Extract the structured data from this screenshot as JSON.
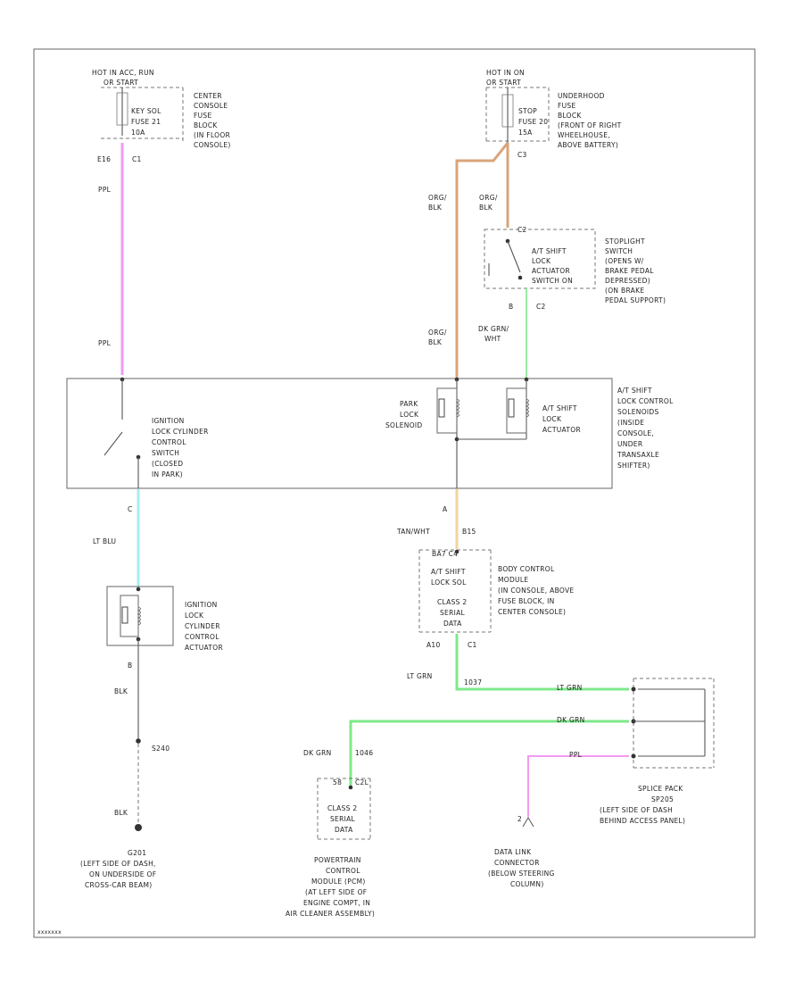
{
  "colors": {
    "pink": "#f29af0",
    "cyan": "#a8ecf4",
    "orange": "#d9a479",
    "green": "#7ee88a",
    "yellow": "#f0d59b",
    "gray_line": "#555555"
  },
  "diagram_id": "xxxxxxx",
  "left_supply": {
    "hot_line1": "HOT IN ACC, RUN",
    "hot_line2": "OR START",
    "fuse_line1": "KEY SOL",
    "fuse_line2": "FUSE 21",
    "fuse_amp": "10A",
    "fuse_block": [
      "CENTER",
      "CONSOLE",
      "FUSE",
      "BLOCK",
      "(IN FLOOR",
      "CONSOLE)"
    ],
    "pin": "E16",
    "conn": "C1",
    "wire": "PPL"
  },
  "right_supply": {
    "hot_line1": "HOT IN ON",
    "hot_line2": "OR START",
    "fuse_line1": "STOP",
    "fuse_line2": "FUSE 20",
    "fuse_amp": "15A",
    "fuse_block": [
      "UNDERHOOD",
      "FUSE",
      "BLOCK",
      "(FRONT OF RIGHT",
      "WHEELHOUSE,",
      "ABOVE BATTERY)"
    ],
    "conn": "C3"
  },
  "stoplight": {
    "wire_a1": "ORG/",
    "wire_a2": "BLK",
    "wire_b1": "ORG/",
    "wire_b2": "BLK",
    "conn_top": "C2",
    "inner": [
      "A/T SHIFT",
      "LOCK",
      "ACTUATOR",
      "SWITCH ON"
    ],
    "desc": [
      "STOPLIGHT",
      "SWITCH",
      "(OPENS W/",
      "BRAKE PEDAL",
      "DEPRESSED)",
      "(ON BRAKE",
      "PEDAL SUPPORT)"
    ],
    "pin_b": "B",
    "conn_b": "C2",
    "out_wire1": "DK GRN/",
    "out_wire2": "WHT",
    "sol_wire1": "ORG/",
    "sol_wire2": "BLK"
  },
  "control_box": {
    "left_label": [
      "IGNITION",
      "LOCK CYLINDER",
      "CONTROL",
      "SWITCH",
      "(CLOSED",
      "IN PARK)"
    ],
    "park_lock": [
      "PARK",
      "LOCK",
      "SOLENOID"
    ],
    "shift_lock": [
      "A/T SHIFT",
      "LOCK",
      "ACTUATOR"
    ],
    "right_label": [
      "A/T SHIFT",
      "LOCK CONTROL",
      "SOLENOIDS",
      "(INSIDE",
      "CONSOLE,",
      "UNDER",
      "TRANSAXLE",
      "SHIFTER)"
    ]
  },
  "actuator": {
    "pin_top": "C",
    "wire": "LT BLU",
    "label": [
      "IGNITION",
      "LOCK",
      "CYLINDER",
      "CONTROL",
      "ACTUATOR"
    ],
    "pin_bottom": "B",
    "wire_bottom": "BLK",
    "splice": "S240",
    "wire_ground": "BLK",
    "ground": "G201",
    "ground_desc": [
      "(LEFT SIDE OF DASH,",
      "ON UNDERSIDE OF",
      "CROSS-CAR BEAM)"
    ]
  },
  "bcm": {
    "pin_top": "A",
    "wire_top1": "TAN/WHT",
    "wire_top2": "B15",
    "conn_top": "BA7 C4",
    "inner": [
      "A/T SHIFT",
      "LOCK SOL",
      "CLASS 2",
      "SERIAL",
      "DATA"
    ],
    "desc": [
      "BODY CONTROL",
      "MODULE",
      "(IN CONSOLE, ABOVE",
      "FUSE BLOCK, IN",
      "CENTER CONSOLE)"
    ],
    "pin_bottom": "A10",
    "conn_bottom": "C1",
    "wire_out": "LT GRN",
    "wire_out_num": "1037"
  },
  "splice": {
    "wire1": "LT GRN",
    "wire2": "DK GRN",
    "wire3": "PPL",
    "desc": [
      "SPLICE PACK",
      "SP205",
      "(LEFT SIDE OF DASH",
      "BEHIND ACCESS PANEL)"
    ]
  },
  "pcm": {
    "wire1": "DK GRN",
    "wire_num": "1046",
    "pin": "58",
    "conn": "C2L",
    "inner": [
      "CLASS 2",
      "SERIAL",
      "DATA"
    ],
    "desc": [
      "POWERTRAIN",
      "CONTROL",
      "MODULE (PCM)",
      "(AT LEFT SIDE OF",
      "ENGINE COMPT, IN",
      "AIR CLEANER ASSEMBLY)"
    ]
  },
  "dlc": {
    "pin": "2",
    "desc": [
      "DATA LINK",
      "CONNECTOR",
      "(BELOW STEERING",
      "COLUMN)"
    ]
  }
}
